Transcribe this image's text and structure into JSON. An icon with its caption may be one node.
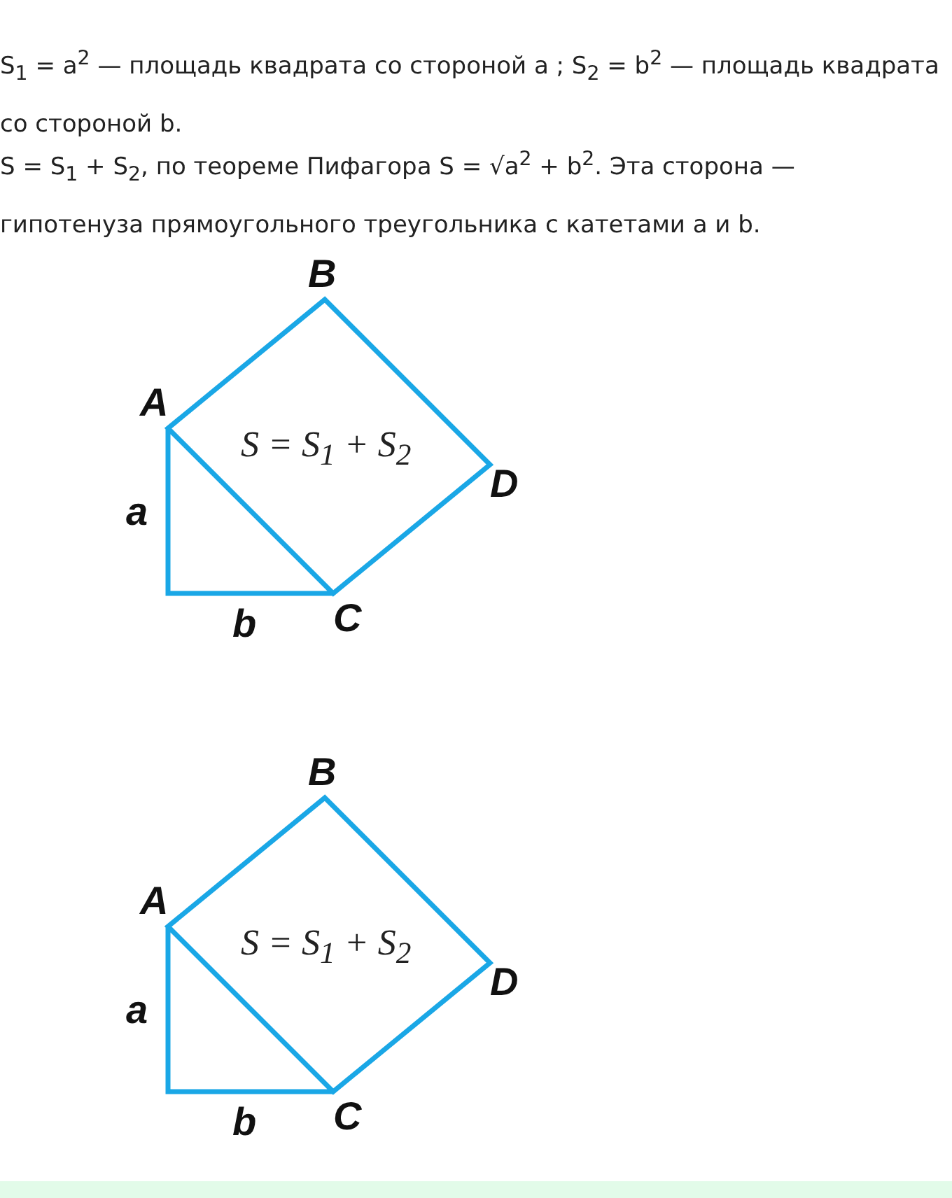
{
  "diagram": {
    "labels": [
      "S$_{1}$ = a$^{2}$ — площадь квадрата со стороной a ; S$_{2}$ = b$^{2}$ — площадь квадрата со стороной b.",
      "S = S$_{1}$ + S$_{2}$, по теореме Пифагора S = √a$^{2}$ + b$^{2}$. Эта сторона — гипотенуза прямоугольного треугольника с катетами a и b.",
      "B",
      "A",
      "S = S$_{1}$ + S$_{2}$",
      "D",
      "a",
      "b",
      "C",
      "B",
      "A",
      "S = S$_{1}$ + S$_{2}$",
      "D",
      "a",
      "b",
      "C"
    ]
  }
}
